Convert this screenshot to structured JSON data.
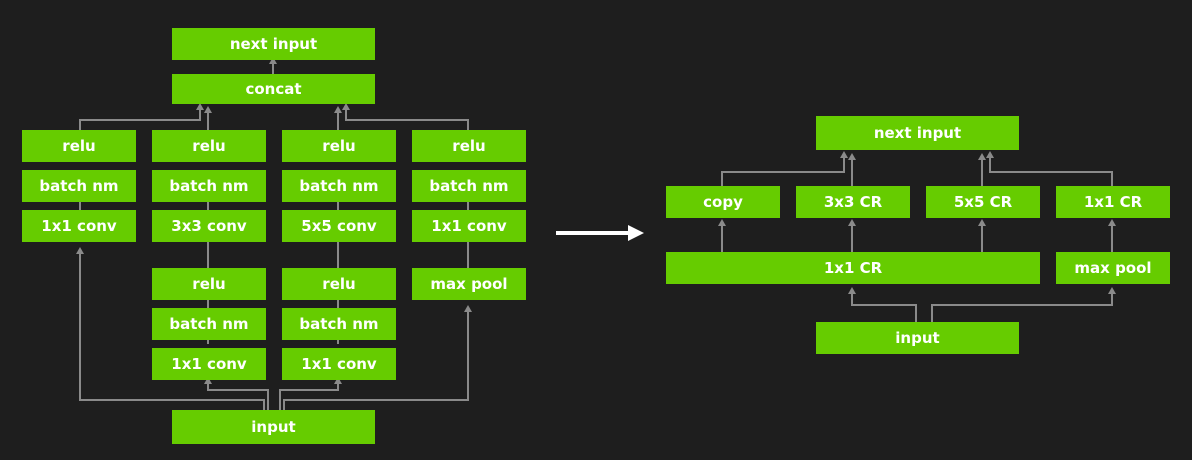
{
  "colors": {
    "background": "#1e1e1e",
    "block": "#66cc00",
    "wire": "#8a8a8a",
    "arrow": "#ffffff"
  },
  "left": {
    "next_input": "next input",
    "concat": "concat",
    "input": "input",
    "col1": {
      "relu": "relu",
      "bn": "batch nm",
      "conv": "1x1 conv"
    },
    "col2": {
      "relu": "relu",
      "bn": "batch nm",
      "conv": "3x3 conv",
      "relu2": "relu",
      "bn2": "batch nm",
      "conv2": "1x1 conv"
    },
    "col3": {
      "relu": "relu",
      "bn": "batch nm",
      "conv": "5x5 conv",
      "relu2": "relu",
      "bn2": "batch nm",
      "conv2": "1x1 conv"
    },
    "col4": {
      "relu": "relu",
      "bn": "batch nm",
      "conv": "1x1 conv",
      "pool": "max pool"
    }
  },
  "right": {
    "next_input": "next input",
    "copy": "copy",
    "cr3": "3x3 CR",
    "cr5": "5x5 CR",
    "cr1": "1x1 CR",
    "cr1_wide": "1x1 CR",
    "pool": "max pool",
    "input": "input"
  },
  "transform_arrow": "right-arrow-icon"
}
